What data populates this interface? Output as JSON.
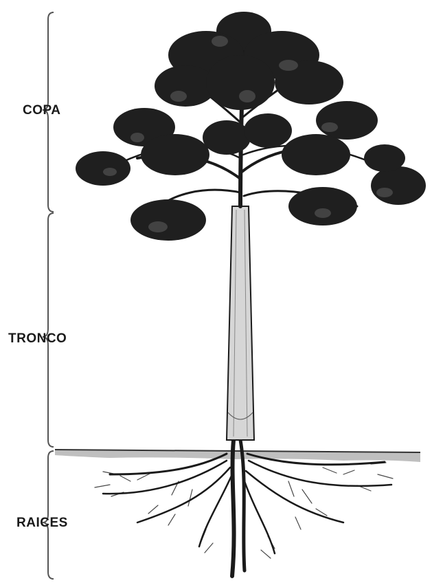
{
  "labels": {
    "copa": "COPA",
    "tronco": "TRONCO",
    "raices": "RAICES"
  },
  "colors": {
    "ink": "#1a1a1a",
    "foliage": "#1f1f1f",
    "foliage_light": "#5a5a5a",
    "trunk": "#d6d6d6",
    "ground": "#8a8a8a",
    "background": "#ffffff"
  },
  "icons": {
    "tree": "tree-illustration",
    "brace": "curly-brace"
  }
}
